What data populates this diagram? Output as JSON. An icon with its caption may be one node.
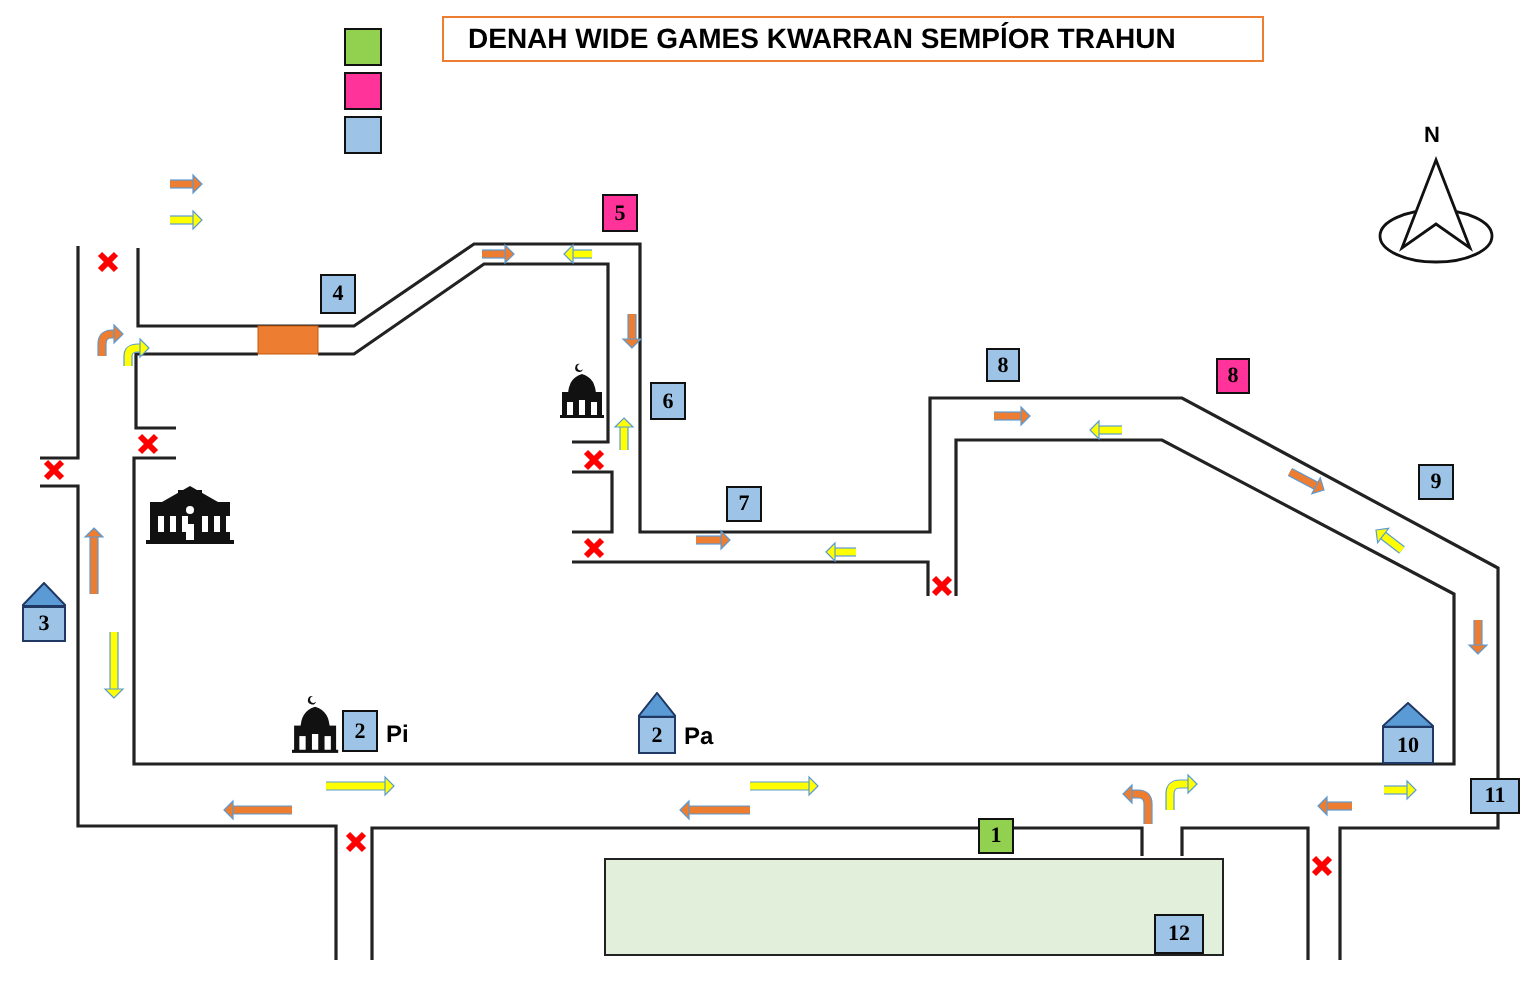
{
  "diagram": {
    "title": "DENAH WIDE GAMES KWARRAN SEMPĺOR TRAHUN",
    "nodes": [
      {
        "text": [],
        "shape": "box"
      },
      {
        "text": [],
        "shape": "box"
      },
      {
        "text": [],
        "shape": "box"
      },
      {
        "text": [
          "5"
        ]
      },
      {
        "text": [
          "4"
        ]
      },
      {
        "text": [
          "6"
        ]
      },
      {
        "text": [
          "8"
        ]
      },
      {
        "text": [
          "8"
        ]
      },
      {
        "text": [
          "7"
        ]
      },
      {
        "text": [
          "9"
        ]
      },
      {
        "text": [
          "3"
        ]
      },
      {
        "text": [
          "2"
        ],
        "beside": [
          "Pi"
        ]
      },
      {
        "text": [
          "2"
        ],
        "beside": [
          "Pa"
        ]
      },
      {
        "text": [
          "10"
        ]
      },
      {
        "text": [
          "11"
        ]
      },
      {
        "text": [
          "1"
        ]
      },
      {
        "text": [],
        "shape": "box"
      },
      {
        "text": [
          "12"
        ],
        "in": 16
      }
    ],
    "labels": [
      "N"
    ]
  }
}
